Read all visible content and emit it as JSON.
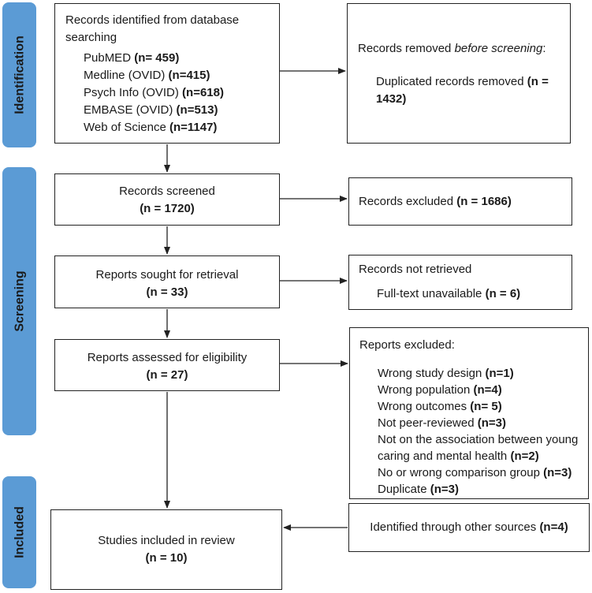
{
  "phases": {
    "identification": "Identification",
    "screening": "Screening",
    "included": "Included"
  },
  "identification": {
    "title_line1": "Records identified from database",
    "title_line2": "searching",
    "sources": [
      {
        "label": "PubMED ",
        "count": "(n= 459)"
      },
      {
        "label": "Medline (OVID) ",
        "count": "(n=415)"
      },
      {
        "label": "Psych Info (OVID) ",
        "count": "(n=618)"
      },
      {
        "label": "EMBASE (OVID) ",
        "count": "(n=513)"
      },
      {
        "label": "Web of Science ",
        "count": "(n=1147)"
      }
    ],
    "removed_title_pre": "Records removed ",
    "removed_title_em": "before screening",
    "removed_title_post": ":",
    "removed_line1": "Duplicated records removed ",
    "removed_count1": "(n =",
    "removed_count2": "1432)"
  },
  "screening": {
    "screened_label": "Records screened",
    "screened_count": "(n = 1720)",
    "excluded_label": "Records excluded ",
    "excluded_count": "(n = 1686)",
    "sought_label": "Reports sought for retrieval",
    "sought_count": "(n = 33)",
    "not_retrieved_label": "Records not retrieved",
    "fulltext_label": "Full-text unavailable ",
    "fulltext_count": "(n = 6)",
    "assessed_label": "Reports assessed for eligibility",
    "assessed_count": "(n = 27)",
    "reports_excluded_label": "Reports excluded:",
    "reasons": [
      {
        "label": "Wrong study design ",
        "count": "(n=1)"
      },
      {
        "label": "Wrong population ",
        "count": "(n=4)"
      },
      {
        "label": "Wrong outcomes ",
        "count": "(n= 5)"
      },
      {
        "label": "Not peer-reviewed ",
        "count": "(n=3)"
      },
      {
        "label": "Not on the association between young",
        "count": ""
      },
      {
        "label": "caring and mental health ",
        "count": "(n=2)"
      },
      {
        "label": "No or wrong comparison group ",
        "count": "(n=3)"
      },
      {
        "label": "Duplicate ",
        "count": "(n=3)"
      }
    ]
  },
  "included": {
    "studies_label": "Studies included in review",
    "studies_count": "(n = 10)",
    "other_label": "Identified through other sources ",
    "other_count": "(n=4)"
  },
  "colors": {
    "phase_bar": "#5b9bd5",
    "border": "#222222"
  }
}
